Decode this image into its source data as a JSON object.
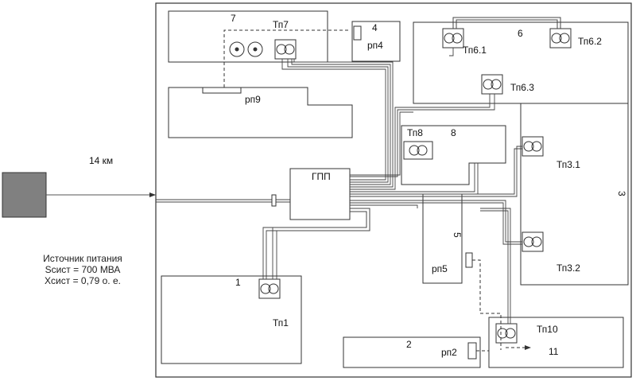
{
  "source": {
    "distance": "14 км",
    "caption_lines": [
      "Источник питания",
      "Sсист = 700 МВА",
      "Хсист = 0,79 о. е."
    ]
  },
  "ggp_label": "ГПП",
  "buildings": {
    "b1": "1",
    "b2": "2",
    "b3": "3",
    "b4": "4",
    "b5": "5",
    "b6": "6",
    "b7": "7",
    "b8": "8",
    "b11": "11"
  },
  "substations": {
    "tp1": "Тп1",
    "tp31": "Тп3.1",
    "tp32": "Тп3.2",
    "tp61": "Тп6.1",
    "tp62": "Тп6.2",
    "tp63": "Тп6.3",
    "tp7": "Тп7",
    "tp8": "Тп8",
    "tp10": "Тп10"
  },
  "panels": {
    "rp2": "рп2",
    "rp4": "рп4",
    "rp5": "рп5",
    "rp9": "рп9"
  },
  "colors": {
    "line": "#333333",
    "source_fill": "#808080"
  }
}
